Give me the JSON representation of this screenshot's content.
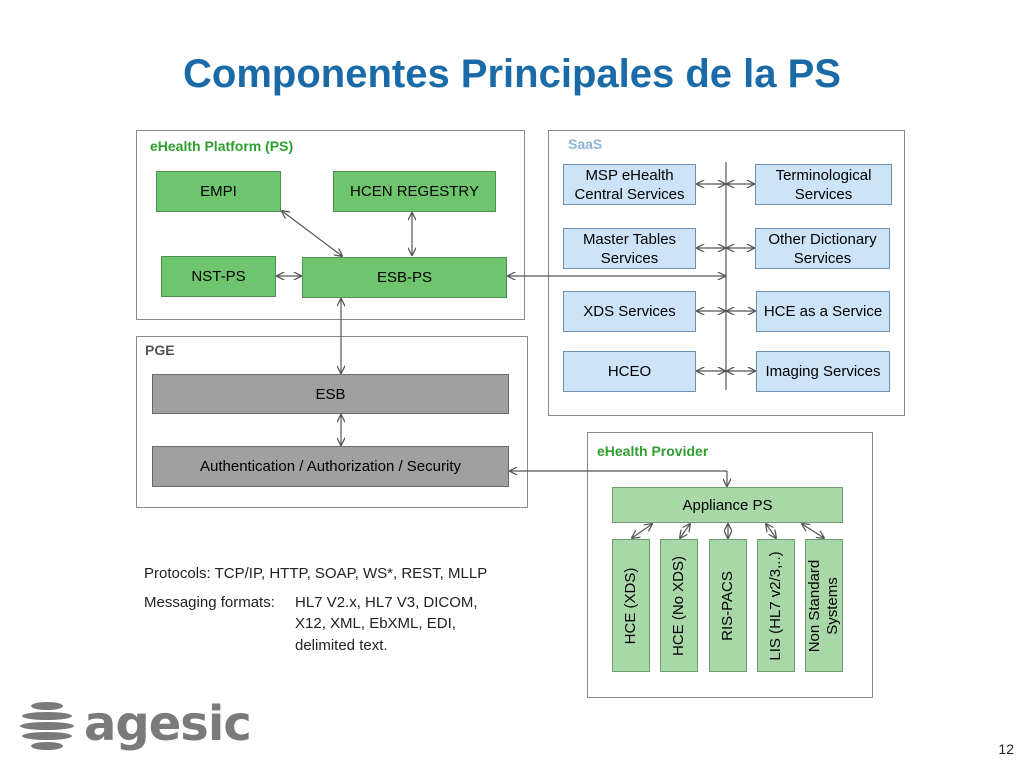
{
  "title": "Componentes Principales de la PS",
  "colors": {
    "title": "#1a6aa8",
    "green_box": "#6ec56e",
    "light_green_box": "#a8d8a8",
    "blue_box": "#cde3f7",
    "grey_box": "#a0a0a0",
    "green_label": "#2e9e2e",
    "saas_label": "#8fb3d9"
  },
  "ps_panel": {
    "label": "eHealth Platform (PS)",
    "empi": "EMPI",
    "hcen": "HCEN REGESTRY",
    "nst": "NST-PS",
    "esb_ps": "ESB-PS"
  },
  "saas_panel": {
    "label": "SaaS",
    "left": [
      "MSP eHealth Central Services",
      "Master Tables Services",
      "XDS Services",
      "HCEO"
    ],
    "right": [
      "Terminological Services",
      "Other Dictionary Services",
      "HCE as a Service",
      "Imaging Services"
    ]
  },
  "pge_panel": {
    "label": "PGE",
    "esb": "ESB",
    "auth": "Authentication / Authorization / Security"
  },
  "provider_panel": {
    "label": "eHealth Provider",
    "appliance": "Appliance PS",
    "systems": [
      "HCE (XDS)",
      "HCE (No XDS)",
      "RIS-PACS",
      "LIS (HL7 v2/3,..)",
      "Non Standard Systems"
    ]
  },
  "protocols": {
    "label": "Protocols:",
    "value": "TCP/IP, HTTP, SOAP, WS*, REST, MLLP",
    "messaging_label": "Messaging formats:",
    "messaging_lines": [
      "HL7 V2.x, HL7 V3, DICOM,",
      "X12, XML, EbXML, EDI,",
      "delimited text."
    ]
  },
  "logo": {
    "text": "agesic",
    "icon": "agesic-logo-icon"
  },
  "page_number": "12"
}
